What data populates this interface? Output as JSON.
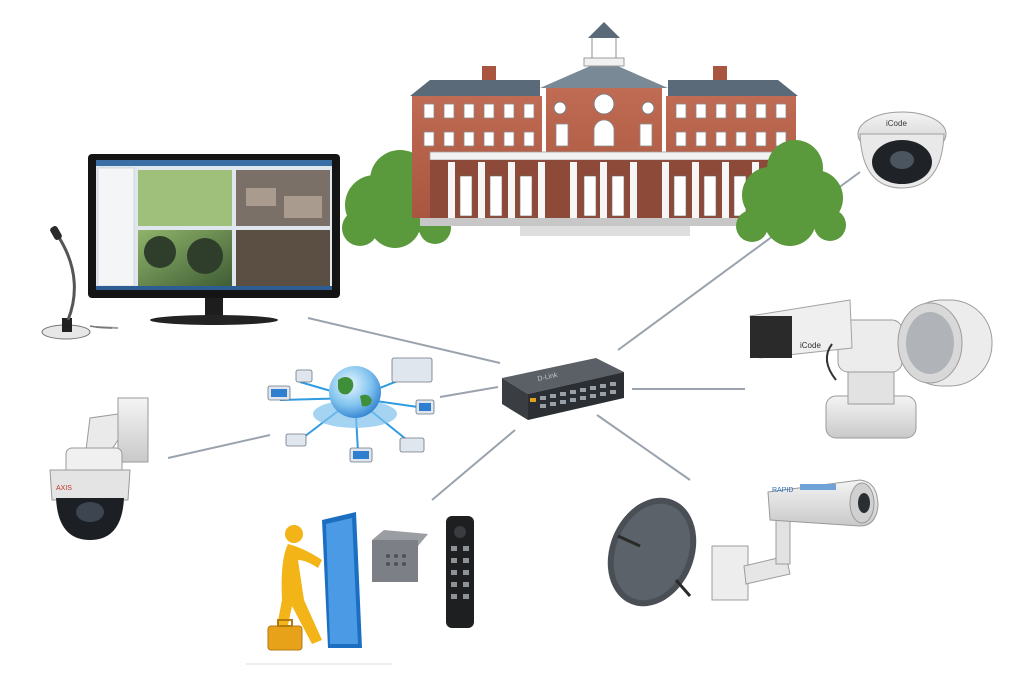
{
  "diagram": {
    "hub": {
      "name": "network-switch",
      "brand": "D-Link",
      "color_body": "#4a4e55",
      "color_front": "#2b2e33"
    },
    "nodes": [
      {
        "id": "building",
        "label": "",
        "kind": "campus-building"
      },
      {
        "id": "monitor",
        "label": "",
        "kind": "video-surveillance-monitor"
      },
      {
        "id": "microphone",
        "label": "",
        "kind": "desk-microphone"
      },
      {
        "id": "dome-camera",
        "label": "",
        "kind": "dome-camera",
        "brand": "iCode"
      },
      {
        "id": "ptz-camera",
        "label": "",
        "kind": "outdoor-ptz-camera",
        "brand": "iCode"
      },
      {
        "id": "speed-dome",
        "label": "",
        "kind": "wall-mount-speed-dome",
        "brand": "AXIS"
      },
      {
        "id": "network-cloud",
        "label": "",
        "kind": "networked-devices"
      },
      {
        "id": "access-control",
        "label": "",
        "kind": "door-access-intercom-keypad"
      },
      {
        "id": "wireless",
        "label": "",
        "kind": "dish-antenna-and-bullet-camera",
        "brand": "RAPID"
      }
    ],
    "colors": {
      "link": "#9aa3ad",
      "brick": "#b5614a",
      "roof": "#5b6a78",
      "tree": "#5a9a3c",
      "accent_blue": "#2f7fd0",
      "figure_yellow": "#f2b416"
    }
  }
}
